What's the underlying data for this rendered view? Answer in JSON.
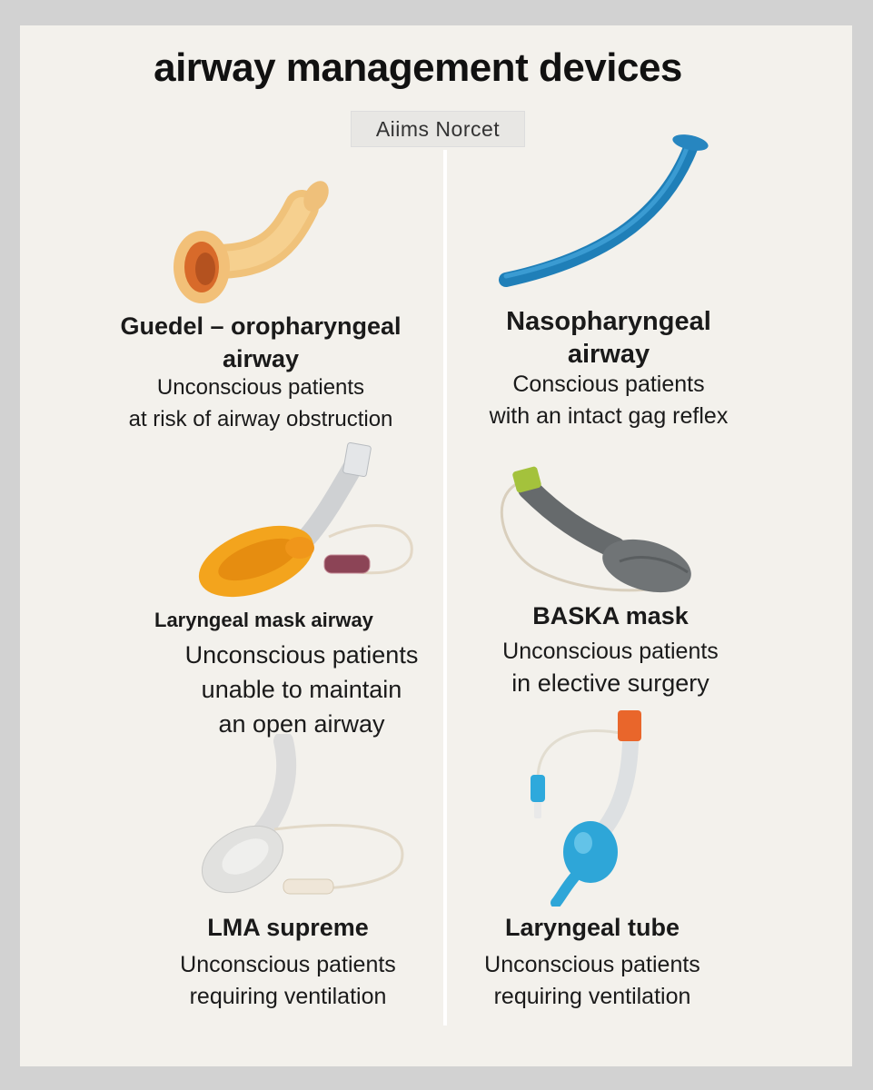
{
  "header": {
    "title": "airway management devices",
    "badge": "Aiims Norcet"
  },
  "devices": [
    {
      "name": "Guedel – oropharyngeal airway",
      "name_lines": [
        "Guedel – oropharyngeal",
        "airway"
      ],
      "use_lines": [
        "Unconscious patients",
        "at risk of airway obstruction"
      ]
    },
    {
      "name": "Nasopharyngeal airway",
      "name_lines": [
        "Nasopharyngeal",
        "airway"
      ],
      "use_lines": [
        "Conscious patients",
        "with an intact gag reflex"
      ]
    },
    {
      "name": "Laryngeal mask airway",
      "name_lines": [
        "Laryngeal mask airway"
      ],
      "use_lines": [
        "Unconscious patients",
        "unable to maintain",
        "an open airway"
      ]
    },
    {
      "name": "BASKA mask",
      "name_lines": [
        "BASKA mask"
      ],
      "use_lines": [
        "Unconscious patients",
        "in elective surgery"
      ]
    },
    {
      "name": "LMA supreme",
      "name_lines": [
        "LMA supreme"
      ],
      "use_lines": [
        "Unconscious patients",
        "requiring ventilation"
      ]
    },
    {
      "name": "Laryngeal tube",
      "name_lines": [
        "Laryngeal tube"
      ],
      "use_lines": [
        "Unconscious patients",
        "requiring ventilation"
      ]
    }
  ]
}
